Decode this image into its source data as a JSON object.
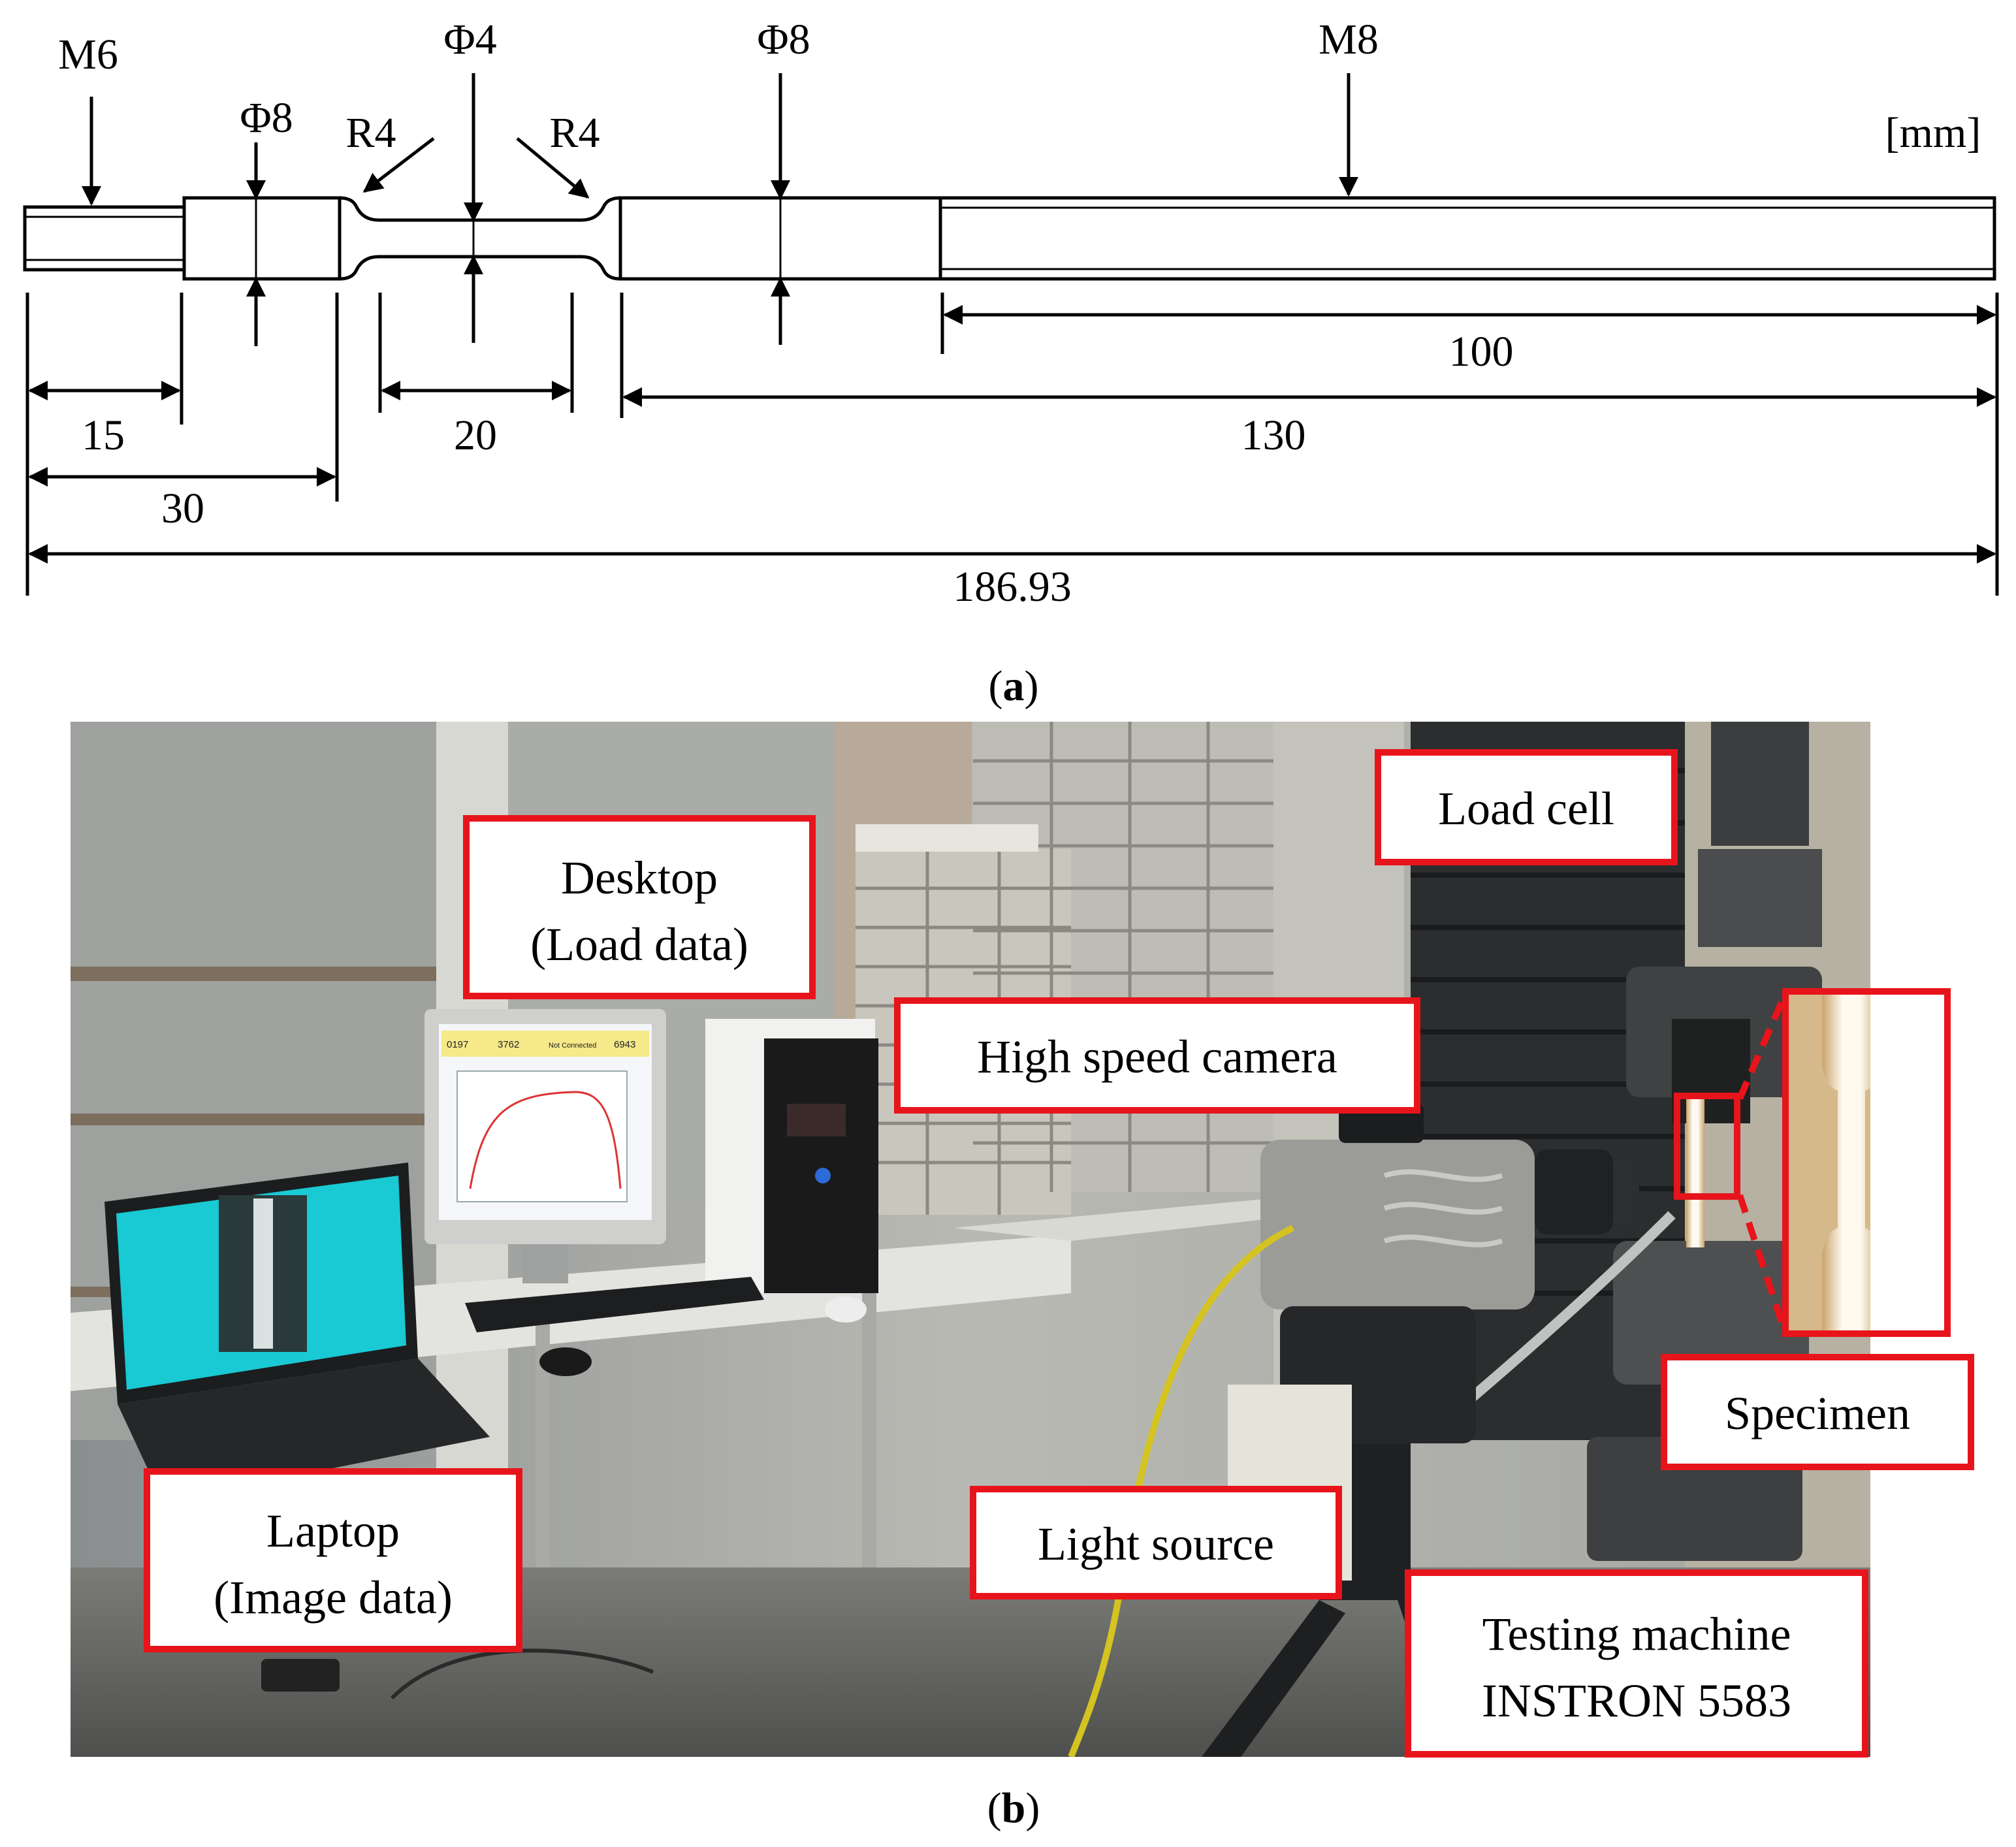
{
  "panel_a": {
    "caption_letter": "a",
    "unit": "[mm]",
    "thread_left": "M6",
    "thread_right": "M8",
    "dia_shoulder_left": "Φ8",
    "dia_gauge": "Φ4",
    "dia_shoulder_right": "Φ8",
    "radius_left": "R4",
    "radius_right": "R4",
    "dim_15": "15",
    "dim_30": "30",
    "dim_20": "20",
    "dim_100": "100",
    "dim_130": "130",
    "dim_total": "186.93"
  },
  "panel_b": {
    "caption_letter": "b",
    "labels": {
      "load_cell": "Load cell",
      "desktop_line1": "Desktop",
      "desktop_line2": "(Load data)",
      "high_speed_camera": "High speed camera",
      "specimen": "Specimen",
      "laptop_line1": "Laptop",
      "laptop_line2": "(Image data)",
      "light_source": "Light source",
      "testing_machine_line1": "Testing machine",
      "testing_machine_line2": "INSTRON 5583"
    },
    "monitor_readouts": [
      "0197",
      "3762",
      "Not Connected",
      "6943"
    ],
    "colors": {
      "label_border": "#e8141b",
      "label_fill": "#ffffff",
      "laptop_screen": "#19c9d3"
    }
  }
}
